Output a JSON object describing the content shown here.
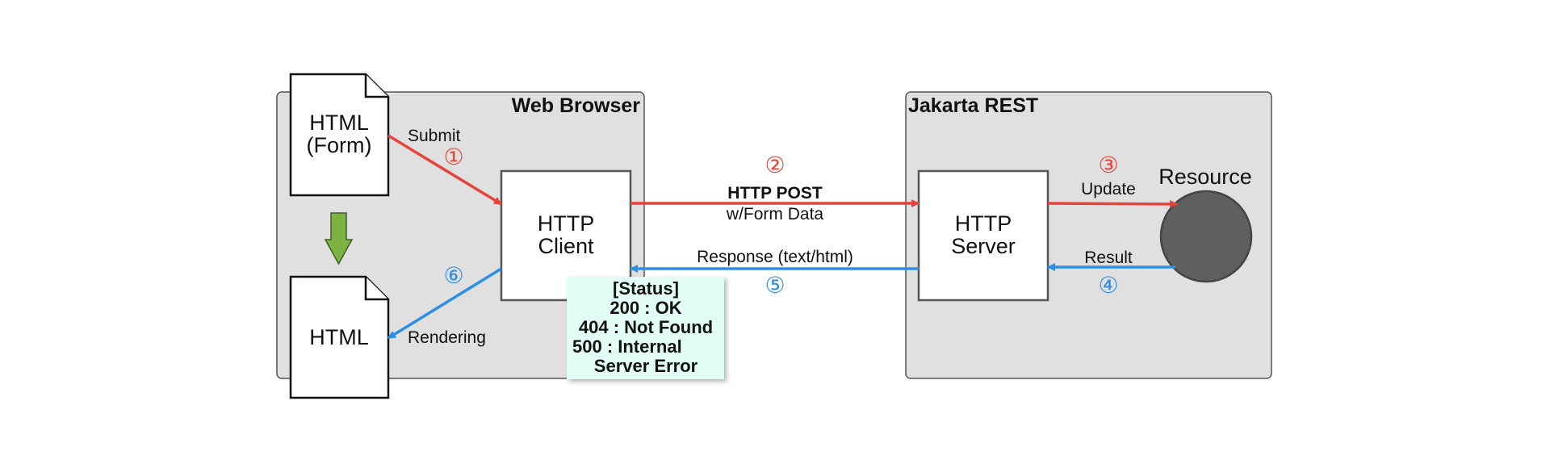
{
  "browser": {
    "title": "Web Browser",
    "form_doc": {
      "line1": "HTML",
      "line2": "(Form)"
    },
    "html_doc": {
      "label": "HTML"
    },
    "client": {
      "line1": "HTTP",
      "line2": "Client"
    }
  },
  "server_side": {
    "title": "Jakarta REST",
    "server": {
      "line1": "HTTP",
      "line2": "Server"
    },
    "resource": {
      "label": "Resource"
    }
  },
  "steps": {
    "submit": {
      "num": "①",
      "label": "Submit"
    },
    "post": {
      "num": "②",
      "label1": "HTTP POST",
      "label2": "w/Form Data"
    },
    "update": {
      "num": "③",
      "label": "Update"
    },
    "result": {
      "num": "④",
      "label": "Result"
    },
    "response": {
      "num": "⑤",
      "label": "Response (text/html)"
    },
    "rendering": {
      "num": "⑥",
      "label": "Rendering"
    }
  },
  "status_note": {
    "line1": "[Status]",
    "line2": "200 : OK",
    "line3": "404 : Not Found",
    "line4": "500 : Internal",
    "line5": "Server Error"
  },
  "colors": {
    "request": "#e8433a",
    "response": "#2d8ee6",
    "container": "#e0e0e0",
    "note": "#e3fdf7",
    "resource": "#5f5f5f",
    "down_arrow": "#7cb342"
  }
}
